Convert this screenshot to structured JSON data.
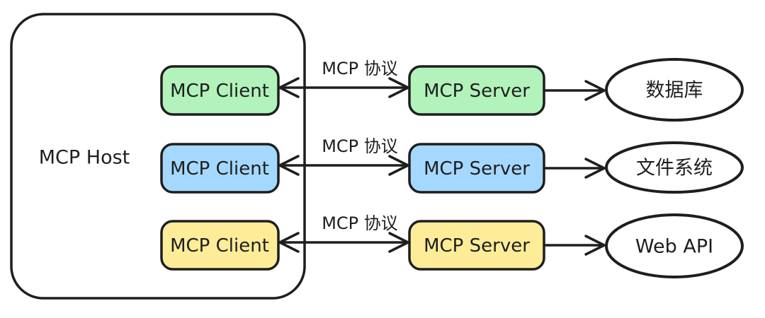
{
  "page": {
    "background_color": "#ffffff",
    "stroke_color": "#1e1e1e"
  },
  "diagram": {
    "host_label": "MCP Host",
    "rows": [
      {
        "client_label": "MCP Client",
        "server_label": "MCP Server",
        "protocol_label": "MCP 协议",
        "resource_label": "数据库",
        "fill": "#b2f2bb"
      },
      {
        "client_label": "MCP Client",
        "server_label": "MCP Server",
        "protocol_label": "MCP 协议",
        "resource_label": "文件系统",
        "fill": "#a5d8ff"
      },
      {
        "client_label": "MCP Client",
        "server_label": "MCP Server",
        "protocol_label": "MCP 协议",
        "resource_label": "Web API",
        "fill": "#ffec99"
      }
    ]
  }
}
